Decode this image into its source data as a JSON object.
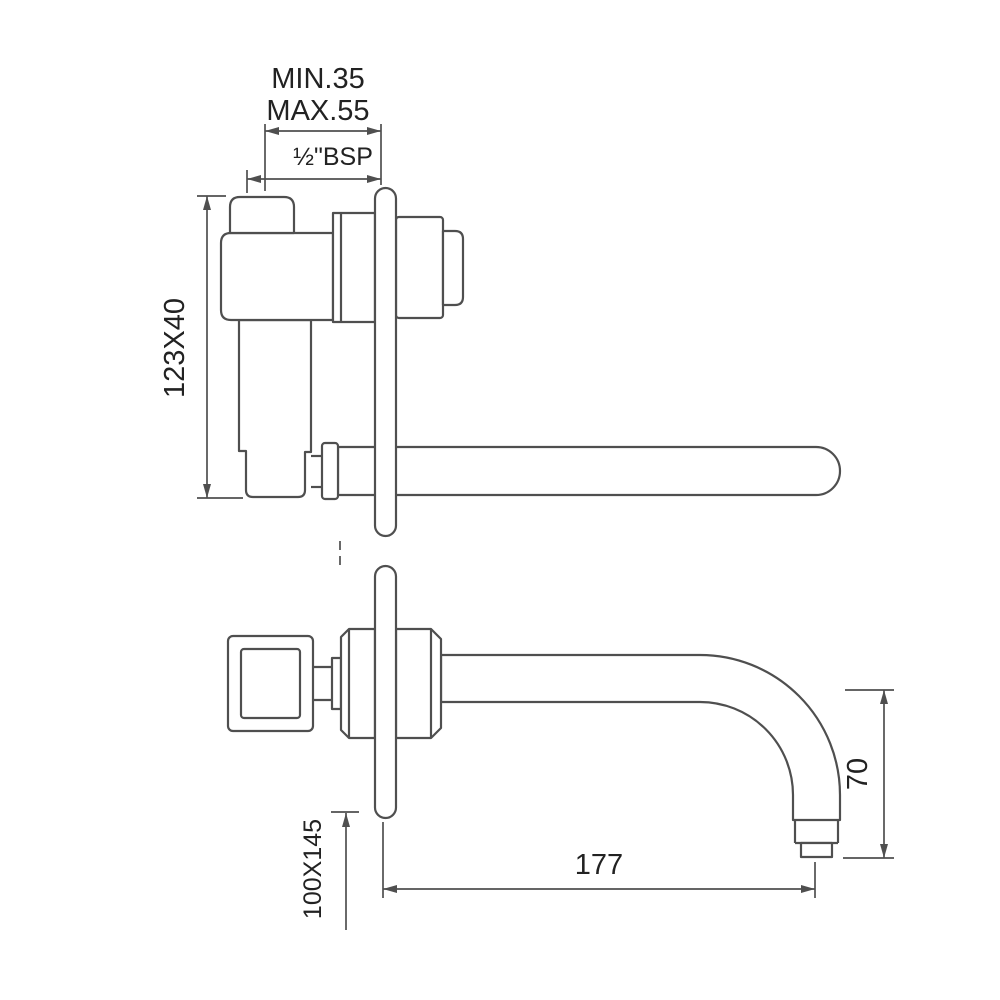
{
  "colors": {
    "line": "#4f4f4f",
    "text": "#222222",
    "background": "#ffffff"
  },
  "side_view": {
    "min_depth": "MIN.35",
    "max_depth": "MAX.55",
    "thread": "½\"BSP",
    "body_size": "123X40"
  },
  "plan_view": {
    "spout_reach": "177",
    "spout_height": "70",
    "plate_size": "100X145"
  }
}
